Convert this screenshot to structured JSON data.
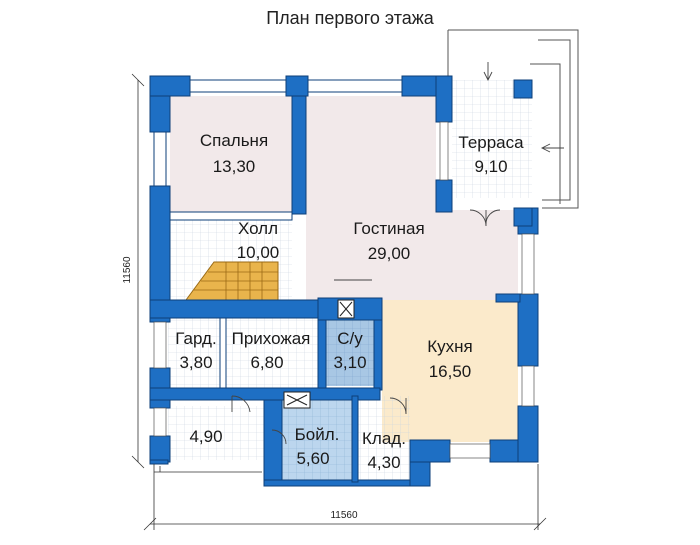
{
  "title": "План первого этажа",
  "dimensions": {
    "width_label": "11560",
    "height_label": "11560"
  },
  "colors": {
    "wall": "#1e6fc4",
    "wall_outline": "#0d3f78",
    "floor_default": "#ffffff",
    "grid_line": "#c9d3e0",
    "living": "#f2e9ea",
    "bedroom": "#f2e9ea",
    "kitchen": "#fbeacb",
    "bathroom": "#a8c7e4",
    "boiler": "#bcd6ee",
    "stair": "#e9b44c"
  },
  "rooms": {
    "bedroom": {
      "name": "Спальня",
      "area": "13,30"
    },
    "hall": {
      "name": "Холл",
      "area": "10,00"
    },
    "living": {
      "name": "Гостиная",
      "area": "29,00"
    },
    "terrace": {
      "name": "Терраса",
      "area": "9,10"
    },
    "wardrobe": {
      "name": "Гард.",
      "area": "3,80"
    },
    "entrance": {
      "name": "Прихожая",
      "area": "6,80"
    },
    "bathroom": {
      "name": "С/у",
      "area": "3,10"
    },
    "kitchen": {
      "name": "Кухня",
      "area": "16,50"
    },
    "porch": {
      "area": "4,90"
    },
    "boiler": {
      "name": "Бойл.",
      "area": "5,60"
    },
    "storage": {
      "name": "Клад.",
      "area": "4,30"
    }
  }
}
